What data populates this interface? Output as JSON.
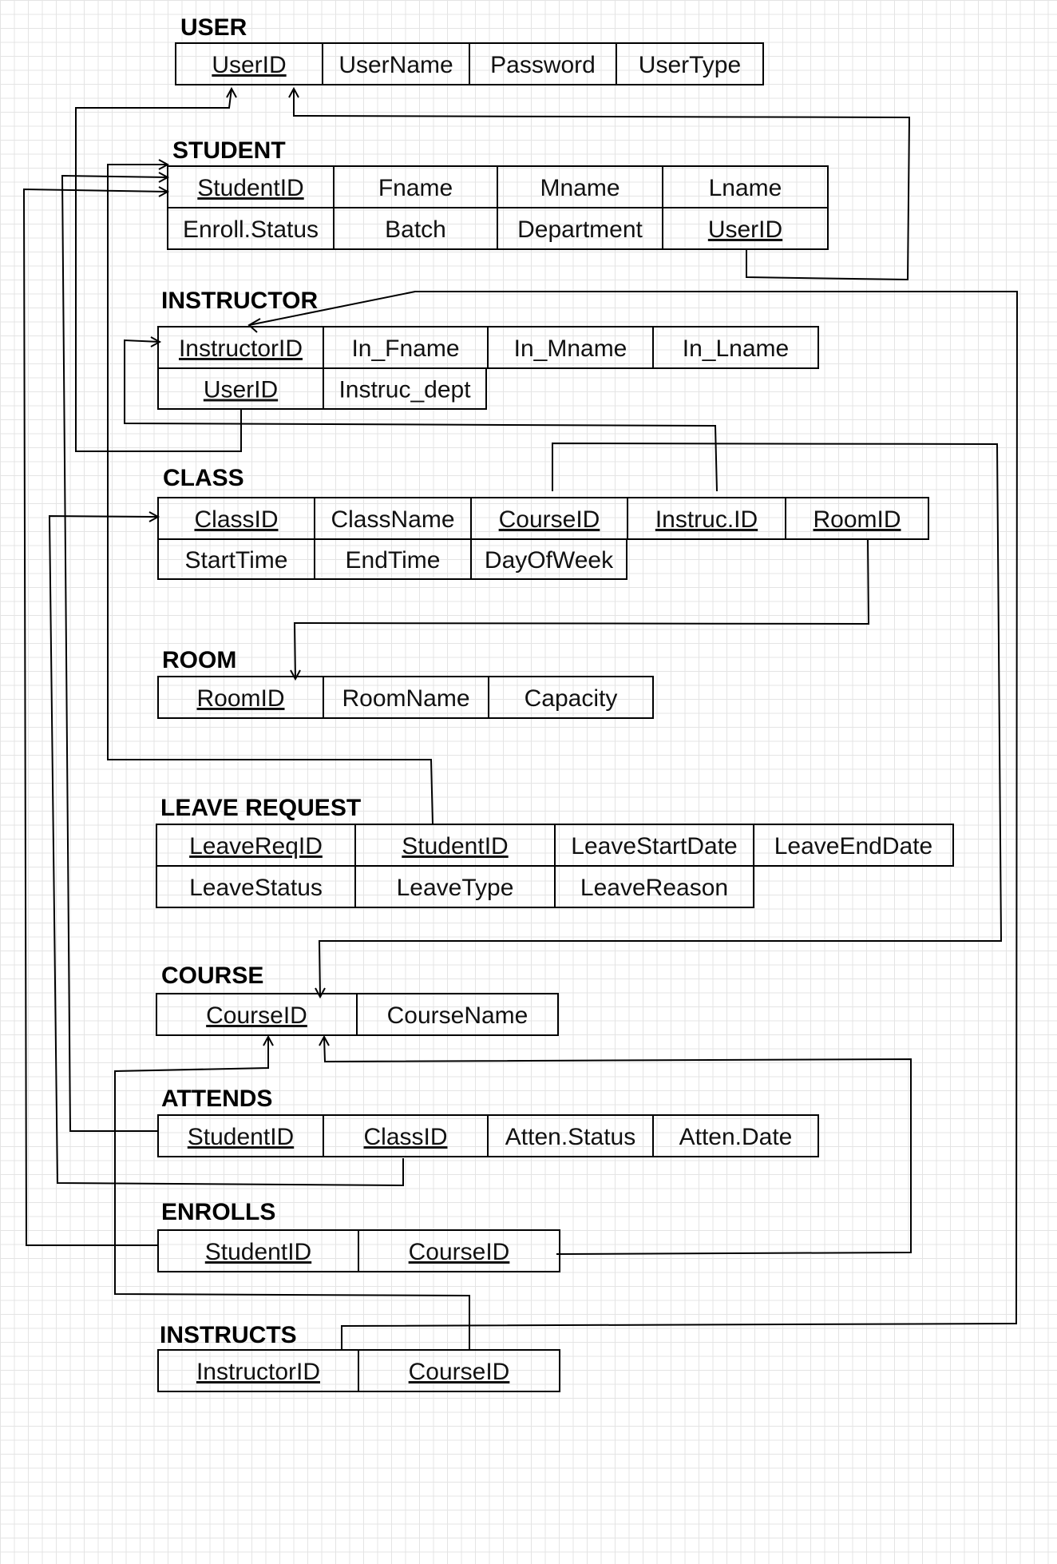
{
  "diagram": {
    "tables": [
      {
        "id": "user",
        "name": "USER",
        "rows": [
          [
            {
              "text": "UserID",
              "key": true
            },
            {
              "text": "UserName"
            },
            {
              "text": "Password"
            },
            {
              "text": "UserType"
            }
          ]
        ]
      },
      {
        "id": "student",
        "name": "STUDENT",
        "rows": [
          [
            {
              "text": "StudentID",
              "key": true
            },
            {
              "text": "Fname"
            },
            {
              "text": "Mname"
            },
            {
              "text": "Lname"
            }
          ],
          [
            {
              "text": "Enroll.Status"
            },
            {
              "text": "Batch"
            },
            {
              "text": "Department"
            },
            {
              "text": "UserID",
              "key": true
            }
          ]
        ]
      },
      {
        "id": "instructor",
        "name": "INSTRUCTOR",
        "rows": [
          [
            {
              "text": "InstructorID",
              "key": true
            },
            {
              "text": "In_Fname"
            },
            {
              "text": "In_Mname"
            },
            {
              "text": "In_Lname"
            }
          ],
          [
            {
              "text": "UserID",
              "key": true
            },
            {
              "text": "Instruc_dept"
            }
          ]
        ]
      },
      {
        "id": "class",
        "name": "CLASS",
        "rows": [
          [
            {
              "text": "ClassID",
              "key": true
            },
            {
              "text": "ClassName"
            },
            {
              "text": "CourseID",
              "key": true
            },
            {
              "text": "Instruc.ID",
              "key": true
            },
            {
              "text": "RoomID",
              "key": true
            }
          ],
          [
            {
              "text": "StartTime"
            },
            {
              "text": "EndTime"
            },
            {
              "text": "DayOfWeek"
            }
          ]
        ]
      },
      {
        "id": "room",
        "name": "ROOM",
        "rows": [
          [
            {
              "text": "RoomID",
              "key": true
            },
            {
              "text": "RoomName"
            },
            {
              "text": "Capacity"
            }
          ]
        ]
      },
      {
        "id": "leave_request",
        "name": "LEAVE REQUEST",
        "rows": [
          [
            {
              "text": "LeaveReqID",
              "key": true
            },
            {
              "text": "StudentID",
              "key": true
            },
            {
              "text": "LeaveStartDate"
            },
            {
              "text": "LeaveEndDate"
            }
          ],
          [
            {
              "text": "LeaveStatus"
            },
            {
              "text": "LeaveType"
            },
            {
              "text": "LeaveReason"
            }
          ]
        ]
      },
      {
        "id": "course",
        "name": "COURSE",
        "rows": [
          [
            {
              "text": "CourseID",
              "key": true
            },
            {
              "text": "CourseName"
            }
          ]
        ]
      },
      {
        "id": "attends",
        "name": "ATTENDS",
        "rows": [
          [
            {
              "text": "StudentID",
              "key": true
            },
            {
              "text": "ClassID",
              "key": true
            },
            {
              "text": "Atten.Status"
            },
            {
              "text": "Atten.Date"
            }
          ]
        ]
      },
      {
        "id": "enrolls",
        "name": "ENROLLS",
        "rows": [
          [
            {
              "text": "StudentID",
              "key": true
            },
            {
              "text": "CourseID",
              "key": true
            }
          ]
        ]
      },
      {
        "id": "instructs",
        "name": "INSTRUCTS",
        "rows": [
          [
            {
              "text": "InstructorID",
              "key": true
            },
            {
              "text": "CourseID",
              "key": true
            }
          ]
        ]
      }
    ],
    "relationships": [
      {
        "from": "student.UserID",
        "to": "user.UserID"
      },
      {
        "from": "instructor.UserID",
        "to": "user.UserID"
      },
      {
        "from": "leave_request.StudentID",
        "to": "student.StudentID"
      },
      {
        "from": "attends.StudentID",
        "to": "student.StudentID"
      },
      {
        "from": "enrolls.StudentID",
        "to": "student.StudentID"
      },
      {
        "from": "class.Instruc.ID",
        "to": "instructor.InstructorID"
      },
      {
        "from": "instructs.InstructorID",
        "to": "instructor.InstructorID"
      },
      {
        "from": "class.RoomID",
        "to": "room.RoomID"
      },
      {
        "from": "class.CourseID",
        "to": "course.CourseID"
      },
      {
        "from": "attends.ClassID",
        "to": "class.ClassID"
      },
      {
        "from": "instructs.CourseID",
        "to": "course.CourseID"
      },
      {
        "from": "enrolls.CourseID",
        "to": "course.CourseID"
      }
    ]
  }
}
